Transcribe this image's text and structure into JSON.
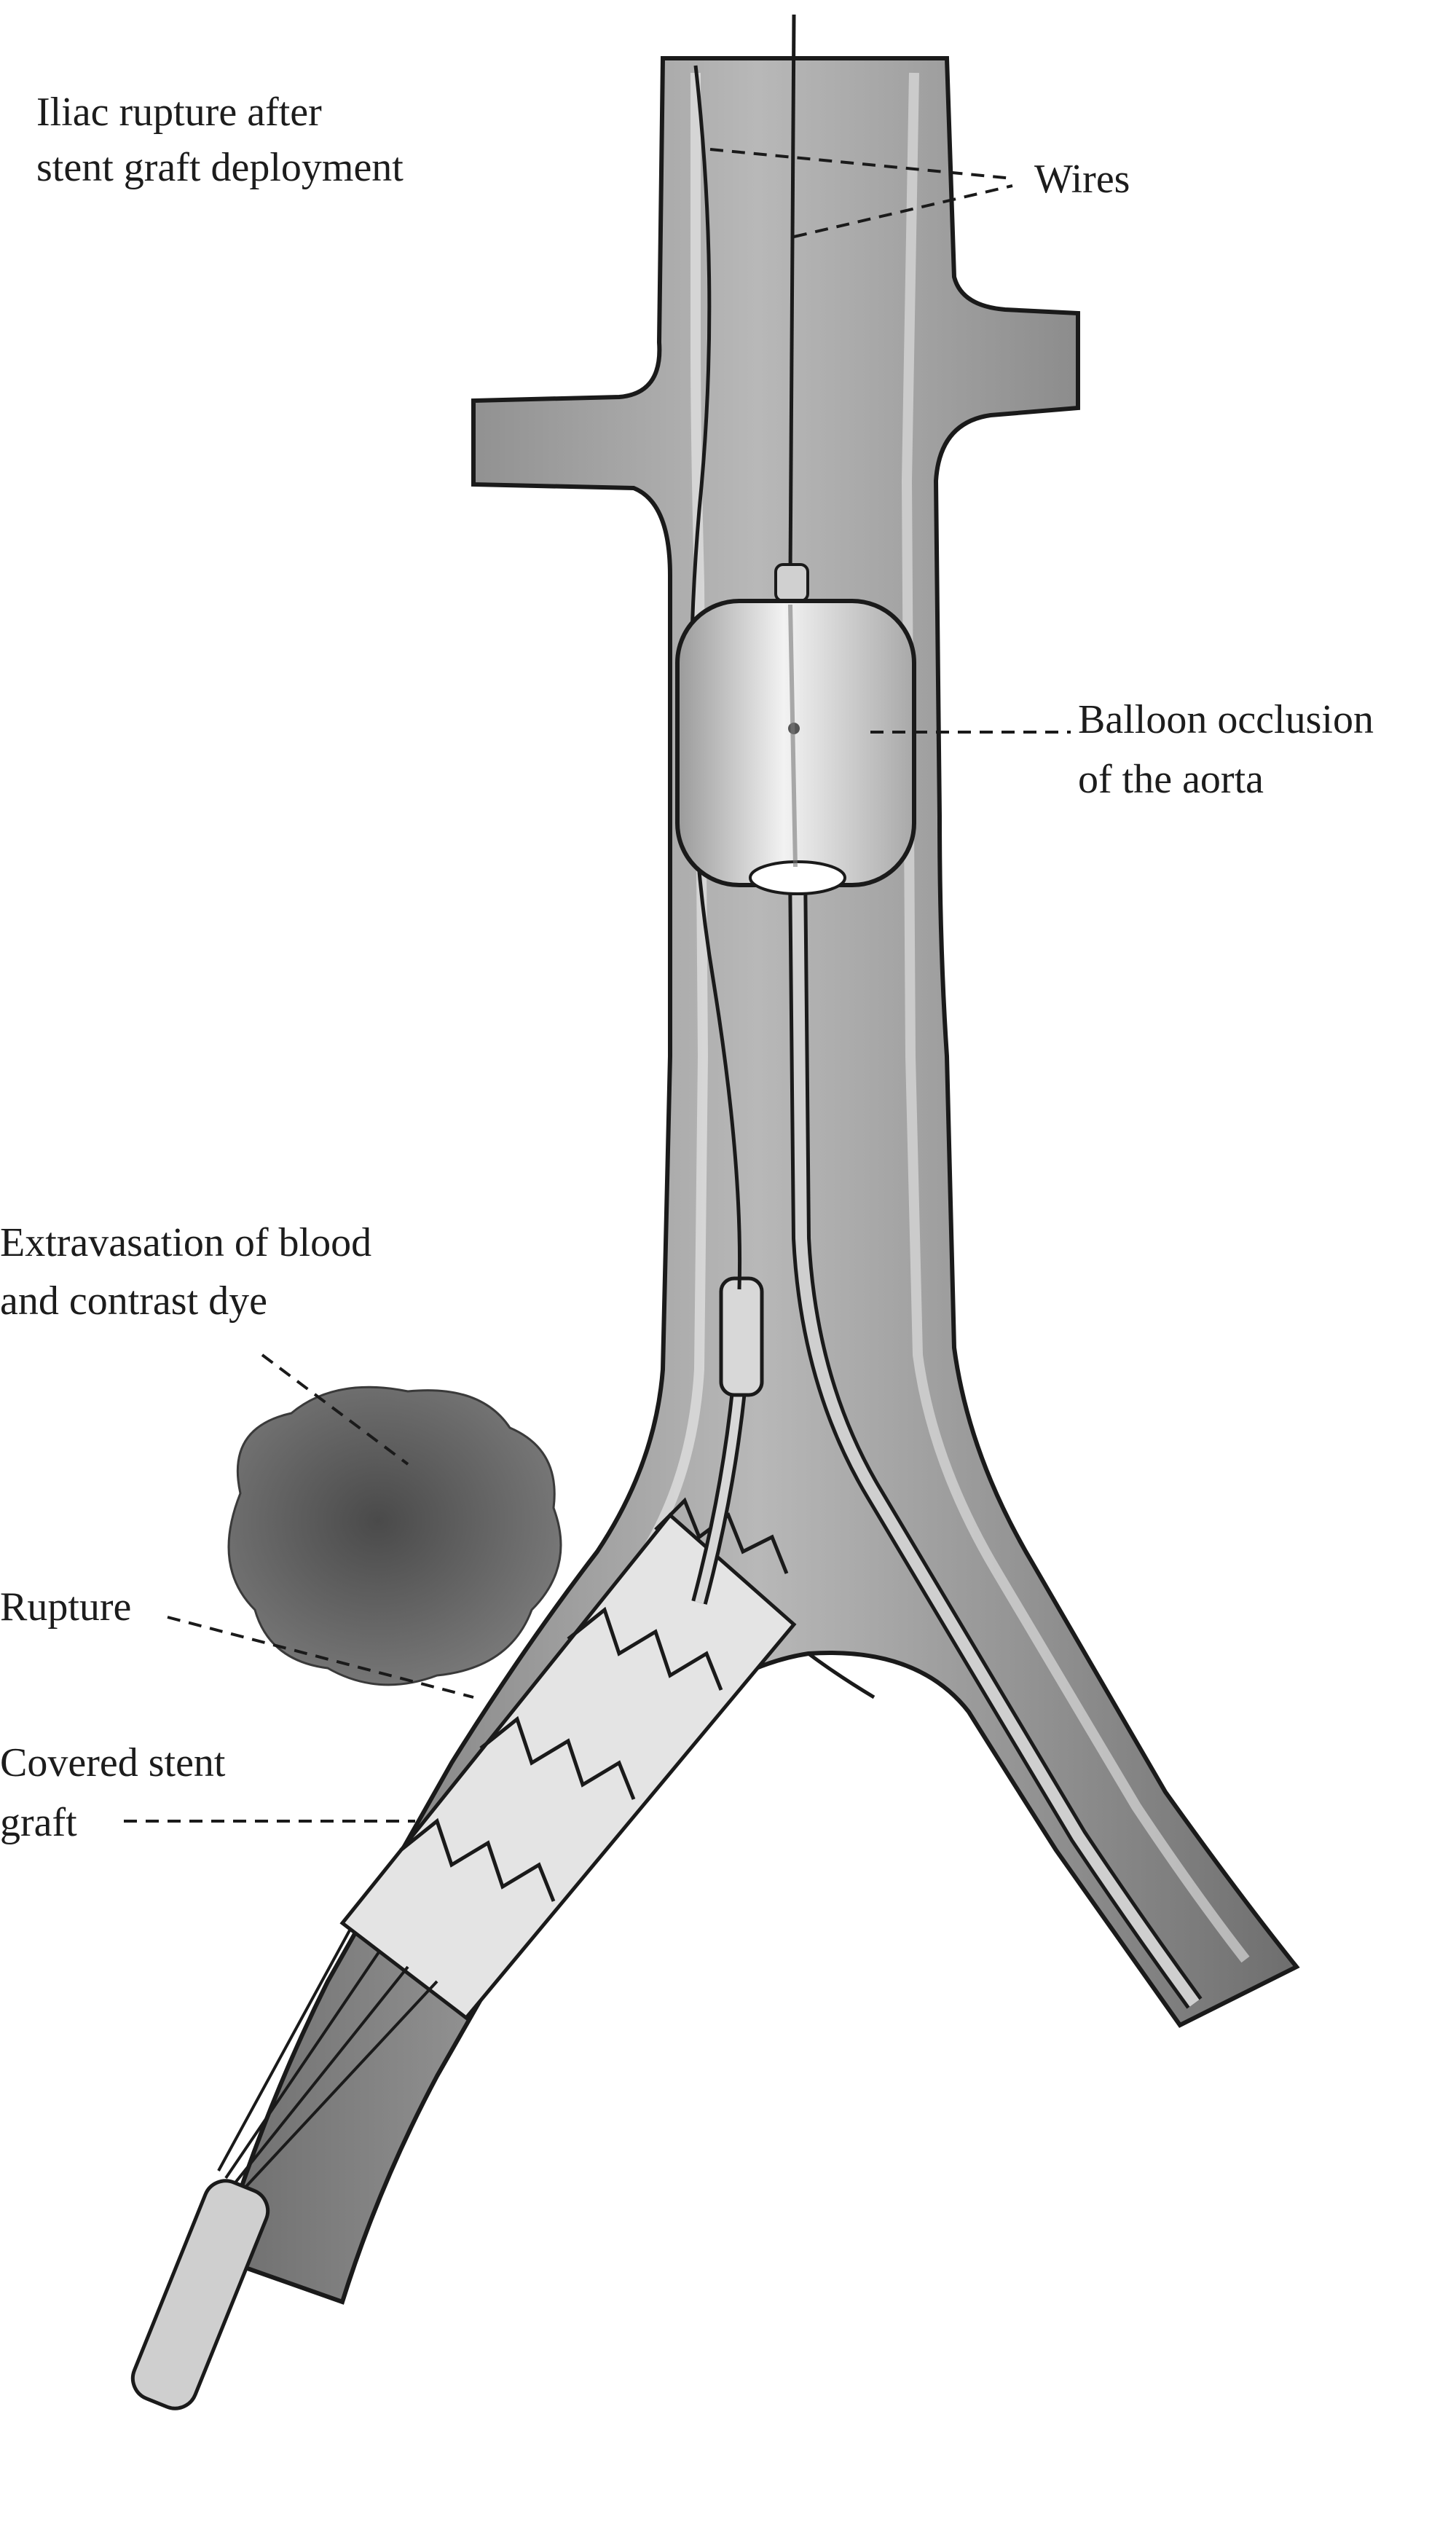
{
  "title": {
    "line1": "Iliac rupture after",
    "line2": "stent graft deployment"
  },
  "labels": {
    "wires": "Wires",
    "balloon_line1": "Balloon occlusion",
    "balloon_line2": "of the aorta",
    "extravasation_line1": "Extravasation of blood",
    "extravasation_line2": "and contrast dye",
    "rupture": "Rupture",
    "stent_line1": "Covered stent",
    "stent_line2": "graft"
  },
  "colors": {
    "vessel_fill": "#8f8f8f",
    "vessel_wall": "#d9d9d9",
    "outline": "#1a1a1a",
    "hematoma": "#5a5a5a",
    "text": "#1c1c1c"
  }
}
